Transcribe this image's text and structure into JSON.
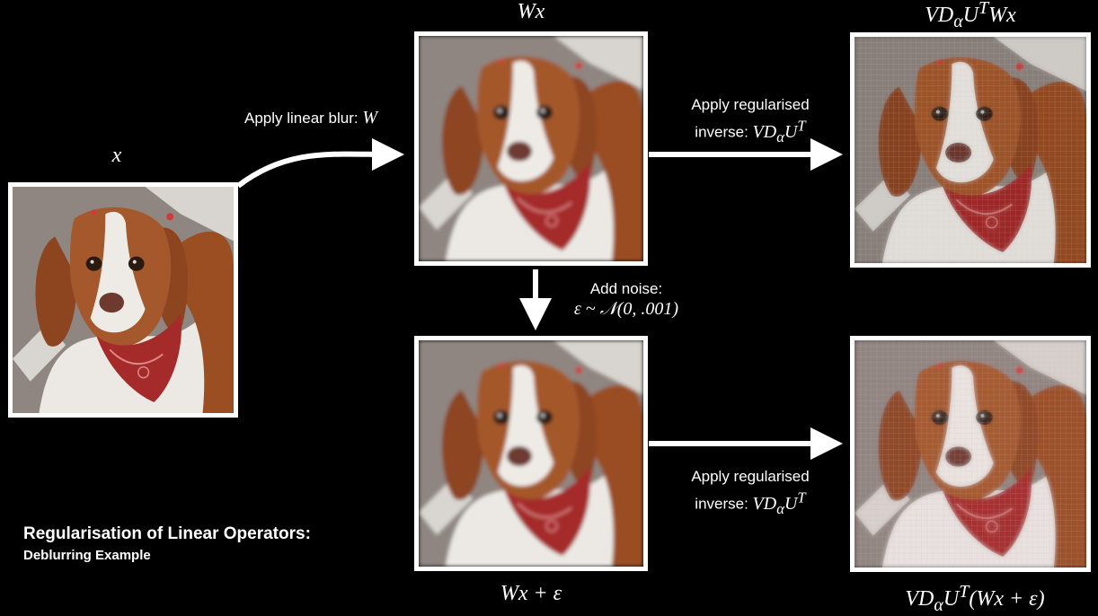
{
  "images": {
    "original": {
      "label": "x"
    },
    "blurred": {
      "label": "Wx"
    },
    "deblurred": {
      "label": "VD_αU^T Wx"
    },
    "noisy": {
      "label": "Wx + ε"
    },
    "deblurred_noisy": {
      "label": "VD_αU^T(Wx + ε)"
    }
  },
  "labels": {
    "original_math": "x",
    "blurred_math": "Wx",
    "deblurred_math_html": "VD<sub>α</sub>U<sup>T</sup>Wx",
    "noisy_math": "Wx + ε",
    "deblurred_noisy_math_html": "VD<sub>α</sub>U<sup>T</sup>(Wx + ε)"
  },
  "steps": {
    "blur_text": "Apply linear blur: ",
    "blur_symbol": "W",
    "inverse_line1": "Apply regularised",
    "inverse_line2": "inverse: ",
    "noise_line1": "Add noise:",
    "noise_line2": "ε ~ 𝒩(0, .001)"
  },
  "caption": {
    "title": "Regularisation of Linear Operators:",
    "subtitle": "Deblurring Example"
  },
  "colors": {
    "background": "#000000",
    "frame": "#ffffff",
    "fur_brown": "#9a4e22",
    "fur_white": "#e9e6e2",
    "bandana_red": "#a52a2a",
    "carpet": "#8f8681"
  },
  "icons": [
    "arrow-right-icon",
    "arrow-down-icon",
    "curved-arrow-icon"
  ]
}
